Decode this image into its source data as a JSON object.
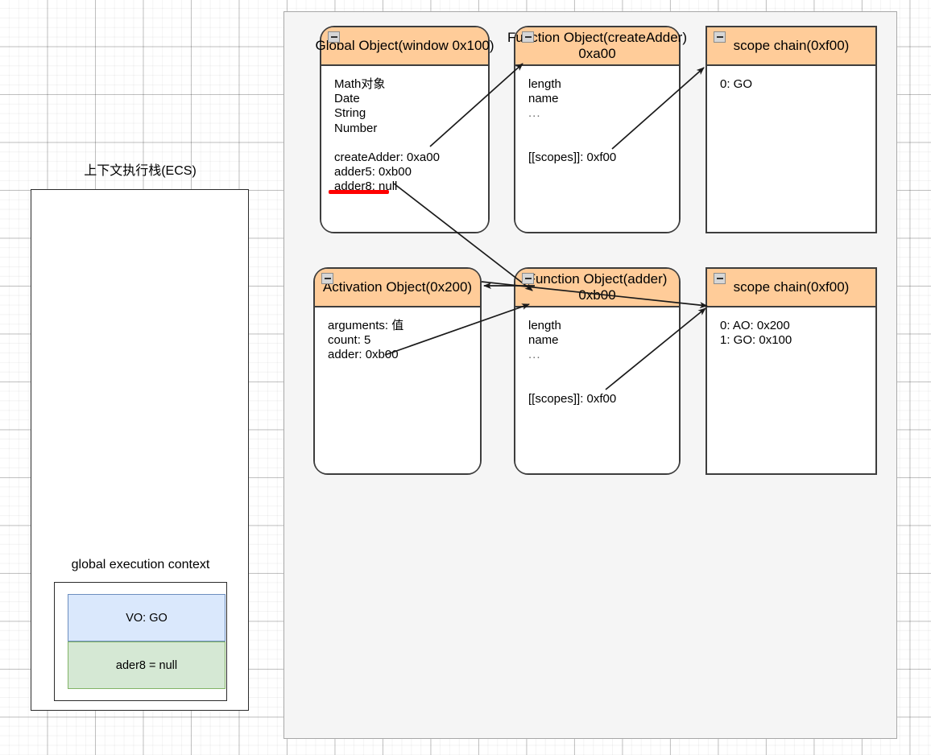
{
  "diagram": {
    "title_left": "上下文执行栈(ECS)",
    "accent_header": "#ffcc99",
    "border_color": "#3d3d3d",
    "panel_bg": "#f5f5f5",
    "annotation_color": "#ff0000"
  },
  "ecs": {
    "title": "上下文执行栈(ECS)",
    "context_label": "global execution context",
    "slots": [
      {
        "text": "VO: GO",
        "fill": "#dae8fc",
        "stroke": "#6c8ebf"
      },
      {
        "text": "ader8 = null",
        "fill": "#d5e8d4",
        "stroke": "#82b366"
      }
    ]
  },
  "boxes": {
    "global_object": {
      "title": "Global Object(window 0x100)",
      "rows": [
        "Math对象",
        "Date",
        "String",
        "Number",
        "",
        "createAdder: 0xa00",
        "adder5: 0xb00",
        "adder8: null"
      ]
    },
    "fn_create_adder": {
      "title_line1": "Function Object(createAdder)",
      "title_line2": "0xa00",
      "rows": [
        "length",
        "name",
        "...",
        "",
        "",
        "[[scopes]]: 0xf00"
      ]
    },
    "scope_chain_top": {
      "title": "scope chain(0xf00)",
      "rows": [
        "0: GO"
      ]
    },
    "activation_object": {
      "title": "Activation Object(0x200)",
      "rows": [
        "arguments: 值",
        "count: 5",
        "adder: 0xb00"
      ]
    },
    "fn_adder": {
      "title_line1": "Function Object(adder)",
      "title_line2": "0xb00",
      "rows": [
        "length",
        "name",
        "...",
        "",
        "",
        "[[scopes]]: 0xf00"
      ]
    },
    "scope_chain_bottom": {
      "title": "scope chain(0xf00)",
      "rows": [
        "0: AO: 0x200",
        "1: GO: 0x100"
      ]
    }
  },
  "icons": {
    "collapse": "minus-icon"
  }
}
